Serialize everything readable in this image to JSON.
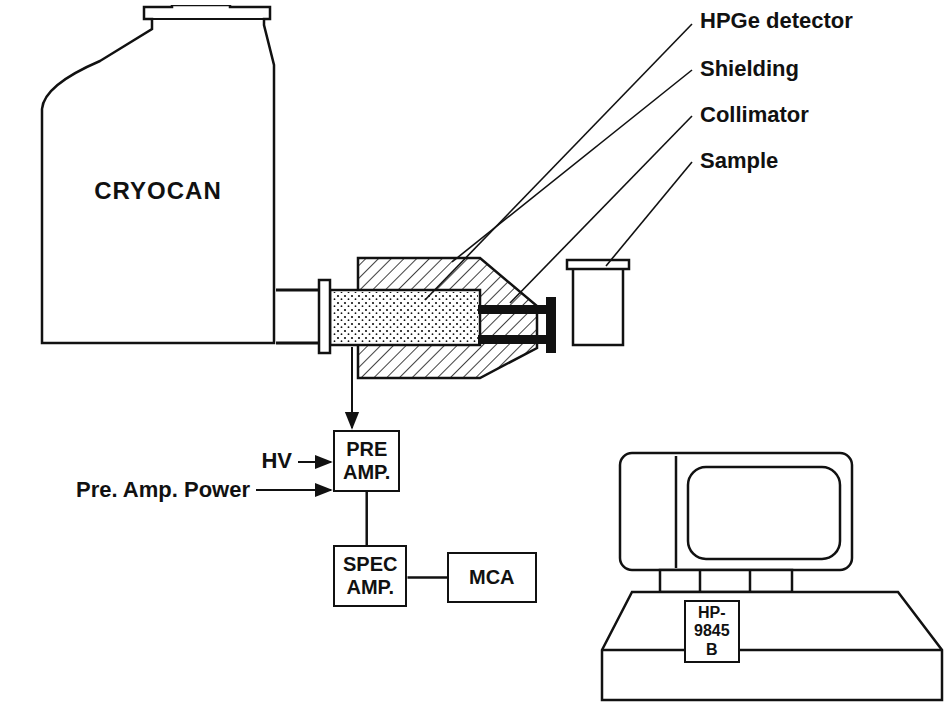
{
  "diagram": {
    "nodes": [
      {
        "text": [
          "CRYOCAN"
        ]
      },
      {
        "text": [
          "PRE AMP."
        ]
      },
      {
        "text": [
          "SPEC AMP."
        ]
      },
      {
        "text": [
          "MCA"
        ]
      },
      {
        "text": [
          "HP-9845 B"
        ]
      }
    ],
    "edges": [
      {
        "from": 1,
        "to": 2,
        "arrow": "none"
      },
      {
        "from": 2,
        "to": 3,
        "arrow": "none"
      }
    ],
    "labels": [
      "HPGe detector",
      "Shielding",
      "Collimator",
      "Sample",
      "HV",
      "Pre. Amp. Power"
    ]
  }
}
